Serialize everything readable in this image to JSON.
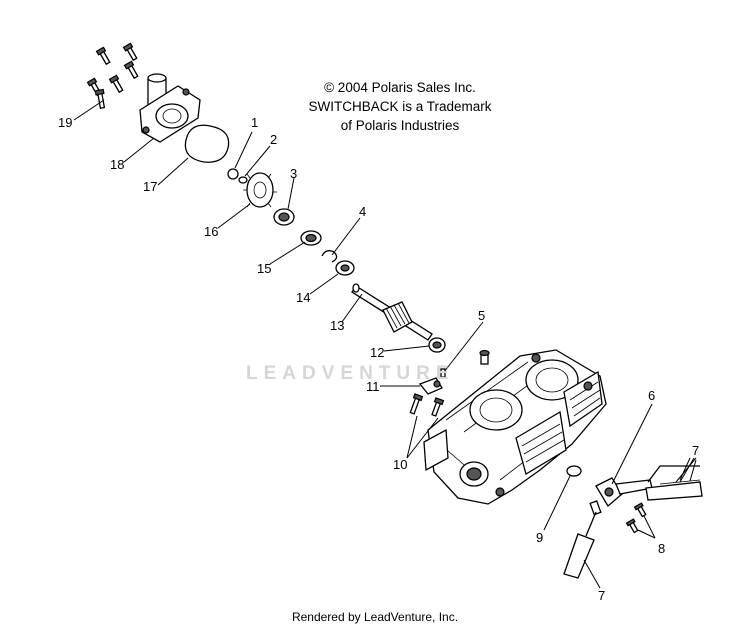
{
  "notice": {
    "line1": "© 2004 Polaris Sales Inc.",
    "line2": "SWITCHBACK is a Trademark",
    "line3": "of Polaris Industries"
  },
  "watermark": "LEADVENTURE",
  "footer": "Rendered by LeadVenture, Inc.",
  "callouts": {
    "c1": "1",
    "c2": "2",
    "c3": "3",
    "c4": "4",
    "c5": "5",
    "c6": "6",
    "c7a": "7",
    "c7b": "7",
    "c8": "8",
    "c9": "9",
    "c10": "10",
    "c11": "11",
    "c12": "12",
    "c13": "13",
    "c14": "14",
    "c15": "15",
    "c16": "16",
    "c17": "17",
    "c18": "18",
    "c19": "19"
  }
}
